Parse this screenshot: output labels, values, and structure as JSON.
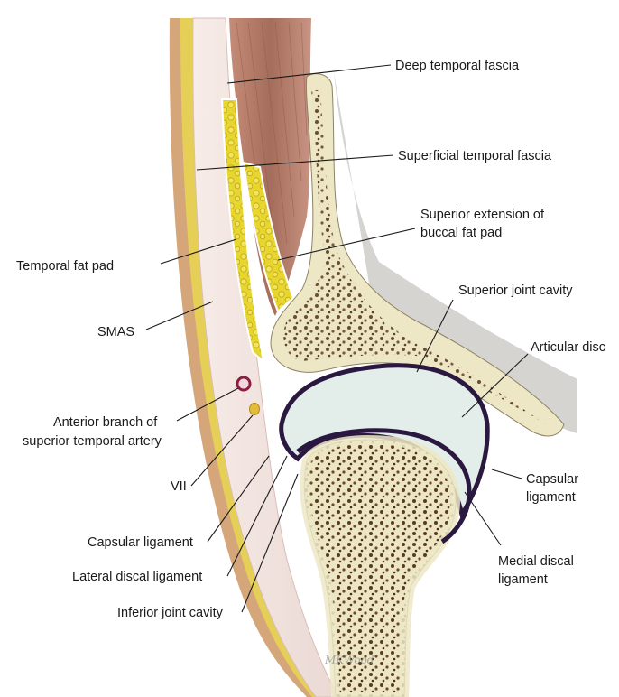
{
  "labels": {
    "deep_temporal_fascia": "Deep temporal fascia",
    "superficial_temporal_fascia": "Superficial temporal fascia",
    "superior_extension_line1": "Superior extension of",
    "superior_extension_line2": "buccal fat pad",
    "temporal_fat_pad": "Temporal fat pad",
    "superior_joint_cavity": "Superior joint cavity",
    "smas": "SMAS",
    "articular_disc": "Articular disc",
    "anterior_branch_line1": "Anterior branch of",
    "anterior_branch_line2": "superior temporal artery",
    "vii": "VII",
    "capsular_ligament_right_line1": "Capsular",
    "capsular_ligament_right_line2": "ligament",
    "capsular_ligament_left": "Capsular ligament",
    "medial_discal_line1": "Medial discal",
    "medial_discal_line2": "ligament",
    "lateral_discal_ligament": "Lateral discal ligament",
    "inferior_joint_cavity": "Inferior joint cavity"
  },
  "signature": "MKWood",
  "colors": {
    "skin": "#d9b48c",
    "fat_yellow": "#e6d430",
    "fat_lobule": "#c9b81d",
    "fascia": "#f3e4e1",
    "muscle": "#b07a68",
    "bone": "#ece6c4",
    "marrow": "#5a3b20",
    "disc": "#e2ece8",
    "capsule_line": "#2a1840",
    "artery_ring": "#8e1d3f",
    "nerve": "#e4bc3c",
    "shadow": "#d2d0cd"
  }
}
